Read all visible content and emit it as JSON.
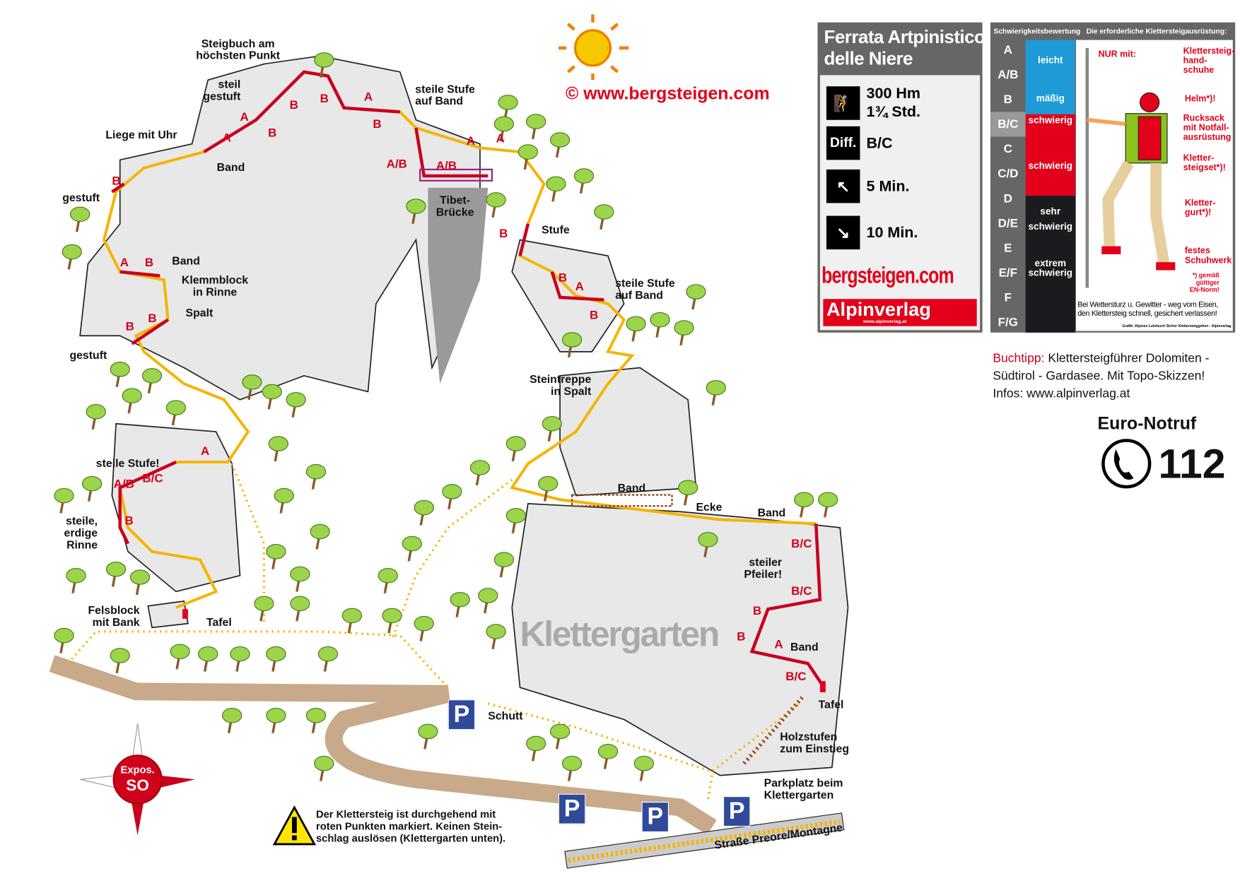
{
  "copyright": "© www.bergsteigen.com",
  "map_labels": {
    "steigbuch": "Steigbuch am\nhöchsten Punkt",
    "steil_gestuft": "steil\ngestuft",
    "liege": "Liege mit Uhr",
    "band1": "Band",
    "gestuft1": "gestuft",
    "band2": "Band",
    "klemmblock": "Klemmblock\nin Rinne",
    "spalt": "Spalt",
    "gestuft2": "gestuft",
    "steile_stufe_band1": "steile Stufe\nauf Band",
    "tibet": "Tibet-\nBrücke",
    "stufe": "Stufe",
    "steile_stufe_band2": "steile Stufe\nauf Band",
    "steintreppe": "Steintreppe\nin Spalt",
    "band3": "Band",
    "ecke": "Ecke",
    "band4": "Band",
    "steiler_pfeiler": "steiler\nPfeiler!",
    "band5": "Band",
    "tafel1": "Tafel",
    "holzstufen": "Holzstufen\nzum Einstieg",
    "parkplatz": "Parkplatz beim\nKlettergarten",
    "schutt": "Schutt",
    "steile_stufe": "steile Stufe!",
    "erdige_rinne": "steile,\nerdige\nRinne",
    "felsblock": "Felsblock\nmit Bank",
    "tafel2": "Tafel",
    "klettergarten": "Klettergarten",
    "strasse": "Straße Preore/Montagne"
  },
  "grades_on_map": [
    "B",
    "A",
    "B",
    "B",
    "B",
    "A",
    "B",
    "A",
    "A/B",
    "A/B",
    "B",
    "A",
    "B",
    "B",
    "B",
    "A",
    "B",
    "A",
    "B",
    "A",
    "A/B",
    "B/C",
    "B",
    "A",
    "B/C",
    "B/C",
    "B",
    "B",
    "A",
    "B/C"
  ],
  "parking": [
    "P",
    "P",
    "P",
    "P"
  ],
  "warning": "Der Klettersteig ist durchgehend mit\nroten Punkten markiert. Keinen Stein-\nschlag auslösen (Klettergarten unten).",
  "compass": {
    "line1": "Expos.",
    "line2": "SO"
  },
  "ferrata": {
    "title": "Ferrata Artpinistico\ndelle Niere",
    "ascent": "300 Hm\n1¾ Std.",
    "diff_icon": "Diff.",
    "difficulty": "B/C",
    "approach": "5 Min.",
    "descent": "10 Min.",
    "logo": "bergsteigen.com",
    "publisher": "Alpinverlag",
    "publisher_url": "www.alpinverlag.at"
  },
  "grade_scale": {
    "header_left": "Schwierigkeitsbewertung",
    "header_right": "Die erforderliche Klettersteigausrüstung:",
    "grades": [
      "A",
      "A/B",
      "B",
      "B/C",
      "C",
      "C/D",
      "D",
      "D/E",
      "E",
      "E/F",
      "F",
      "F/G"
    ],
    "highlighted": "B/C",
    "bands": [
      {
        "label": "leicht",
        "color": "#1e9ad6"
      },
      {
        "label": "mäßig",
        "color": "#1e9ad6"
      },
      {
        "label": "schwierig",
        "color": "#e2001a"
      },
      {
        "label": "schwierig",
        "color": "#e2001a"
      },
      {
        "label": "sehr\nschwierig",
        "color": "#1b1b1f"
      },
      {
        "label": "extrem\nschwierig",
        "color": "#1b1b1f"
      }
    ]
  },
  "equipment": {
    "intro": "NUR mit:",
    "items": [
      "Klettersteig-\nhand-\nschuhe",
      "Helm*)!",
      "Rucksack\nmit Notfall-\nausrüstung",
      "Kletter-\nsteigset*)!",
      "Kletter-\ngurt*)!",
      "festes\nSchuhwerk"
    ],
    "norm": "*) gemäß\ngültiger\nEN-Norm!",
    "weather": "Bei Wettersturz u. Gewitter - weg vom Eisen,\nden Klettersteig schnell, gesichert verlassen!",
    "credit": "Grafik: Alpines Lehrbuch Sicher Klettersteiggehen - Alpinverlag"
  },
  "book_tip": {
    "label": "Buchtipp:",
    "text": " Klettersteigführer Dolomiten -\nSüdtirol - Gardasee. Mit Topo-Skizzen!\nInfos: www.alpinverlag.at"
  },
  "emergency": {
    "title": "Euro-Notruf",
    "number": "112"
  },
  "colors": {
    "route": "#f5b400",
    "ferrata": "#c8001e",
    "rock": "#e6e6e6",
    "path": "#c8a98a",
    "parking": "#2f4a9a"
  }
}
